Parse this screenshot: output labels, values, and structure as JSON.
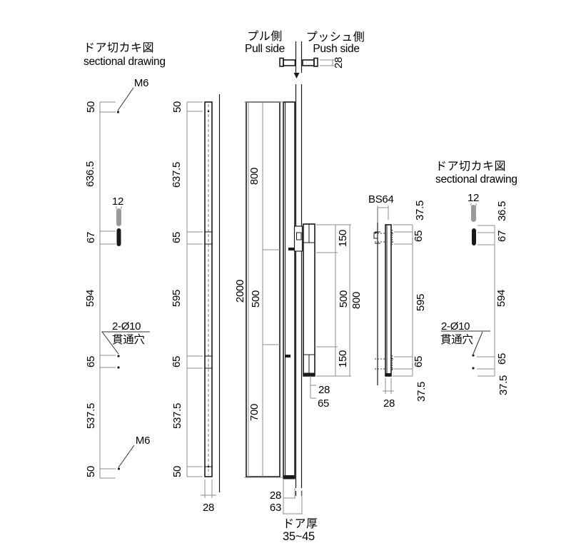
{
  "drawing": {
    "left_section": {
      "title_jp": "ドア切カキ図",
      "title_en": "sectional drawing",
      "thread_top": "M6",
      "thread_bottom": "M6",
      "slot_width": "12",
      "hole_note1": "2-Ø10",
      "hole_note2": "貫通穴",
      "dims": [
        "50",
        "636.5",
        "67",
        "594",
        "65",
        "537.5",
        "50"
      ]
    },
    "pull_plate": {
      "dims": [
        "50",
        "637.5",
        "65",
        "595",
        "65",
        "537.5",
        "50"
      ],
      "width": "28"
    },
    "top_section": {
      "pull_jp": "プル側",
      "pull_en": "Pull side",
      "push_jp": "プッシュ側",
      "push_en": "Push side",
      "grip_depth": "28"
    },
    "main_view": {
      "overall": "2000",
      "left_dims": [
        "800",
        "500",
        "700"
      ],
      "right_dims": [
        "150",
        "500",
        "150"
      ],
      "push_overall": "800",
      "offset_dims": [
        "28",
        "65"
      ],
      "bottom_dims": [
        "28",
        "63"
      ],
      "door_label": "ドア厚",
      "door_range": "35~45"
    },
    "push_view": {
      "backset": "BS64",
      "dims": [
        "37.5",
        "65",
        "595",
        "65",
        "37.5"
      ],
      "width": "28"
    },
    "right_section": {
      "title_jp": "ドア切カキ図",
      "title_en": "sectional drawing",
      "slot_width": "12",
      "hole_note1": "2-Ø10",
      "hole_note2": "貫通穴",
      "dims": [
        "36.5",
        "67",
        "594",
        "65",
        "37.5"
      ]
    },
    "colors": {
      "object_line": "#1a1a1a",
      "dimension_line": "#8c8c8c",
      "text": "#000000",
      "slot_light": "#9a9a9a"
    }
  }
}
